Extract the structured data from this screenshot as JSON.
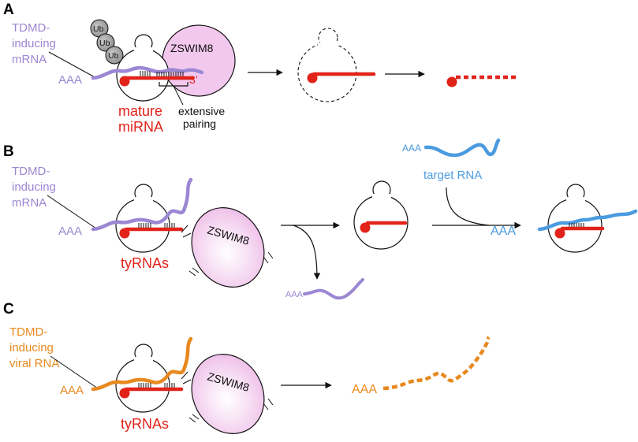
{
  "panels": {
    "A": {
      "letter": "A",
      "tdmd_label": [
        "TDMD-",
        "inducing",
        "mRNA"
      ],
      "ub_labels": [
        "Ub",
        "Ub",
        "Ub"
      ],
      "zswim8": "ZSWIM8",
      "aaa": "AAA",
      "three_prime": "3’",
      "mature_label": [
        "mature",
        "miRNA"
      ],
      "pairing_label": [
        "extensive",
        "pairing"
      ]
    },
    "B": {
      "letter": "B",
      "tdmd_label": [
        "TDMD-",
        "inducing",
        "mRNA"
      ],
      "zswim8": "ZSWIM8",
      "aaa": "AAA",
      "tyrnas": "tyRNAs",
      "released_aaa": "AAA",
      "target_aaa": "AAA",
      "target_label": "target RNA",
      "final_aaa": "AAA"
    },
    "C": {
      "letter": "C",
      "tdmd_label": [
        "TDMD-",
        "inducing",
        "viral RNA"
      ],
      "zswim8": "ZSWIM8",
      "aaa": "AAA",
      "tyrnas": "tyRNAs",
      "result_aaa": "AAA"
    }
  },
  "colors": {
    "mirna_red": "#e2231a",
    "mrna_purple": "#9b87d3",
    "target_blue": "#4b9be0",
    "viral_orange": "#e8891f",
    "zswim8_pink": "#f3c8ee",
    "ub_gray": "#9a9a9a"
  }
}
